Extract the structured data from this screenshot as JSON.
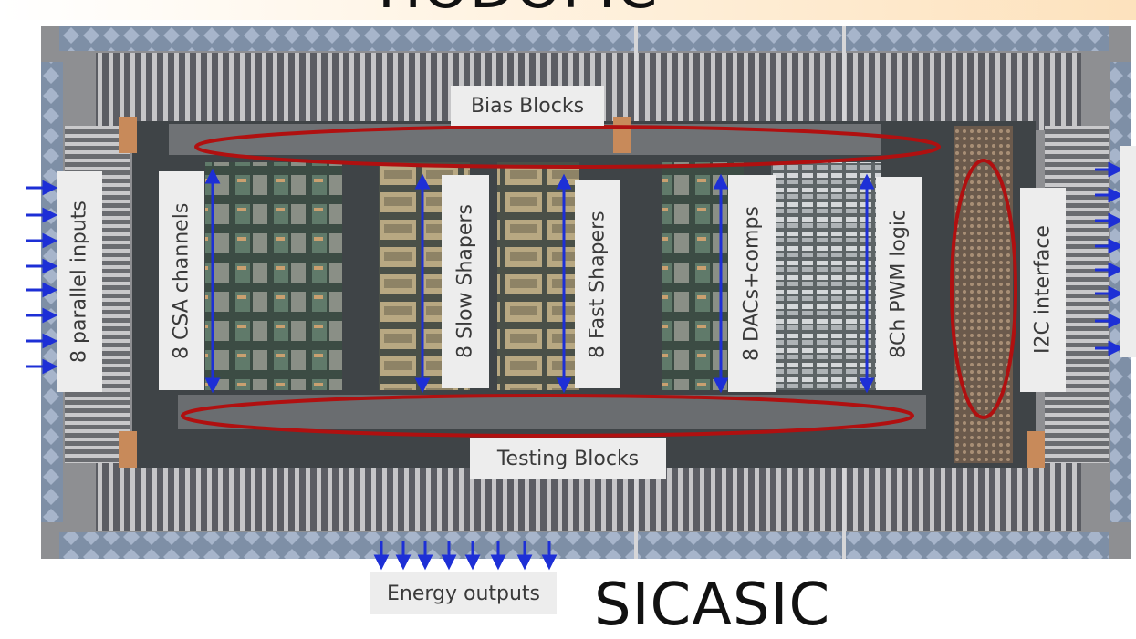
{
  "header": {
    "title": "HODOPIC"
  },
  "footer": {
    "title": "SICASIC"
  },
  "labels": {
    "bias_blocks": "Bias Blocks",
    "testing_blocks": "Testing Blocks",
    "parallel_inputs": "8 parallel inputs",
    "csa_channels": "8 CSA channels",
    "slow_shapers": "8 Slow Shapers",
    "fast_shapers": "8 Fast Shapers",
    "dacs_comps": "8 DACs+comps",
    "pwm_logic": "8Ch PWM logic",
    "i2c_interface": "I2C interface",
    "energy_outputs": "Energy outputs"
  },
  "colors": {
    "arrow": "#1d2fd6",
    "ellipse": "#b01010",
    "label_bg": "#ededed",
    "die": "#8e8f92"
  }
}
